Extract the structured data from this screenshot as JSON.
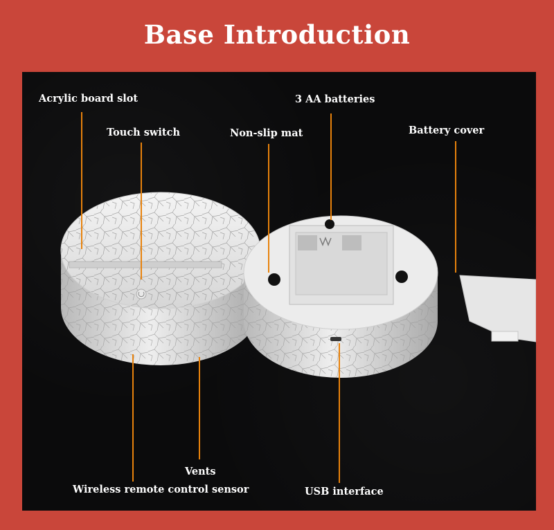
{
  "page": {
    "title": "Base Introduction",
    "background_color": "#c9463a",
    "panel_color": "#0b0b0c",
    "line_color": "#e8820c"
  },
  "labels": {
    "acrylic_board_slot": "Acrylic board slot",
    "touch_switch": "Touch switch",
    "non_slip_mat": "Non-slip mat",
    "three_aa_batteries": "3 AA batteries",
    "battery_cover": "Battery cover",
    "vents": "Vents",
    "wireless_remote_control_sensor": "Wireless remote control sensor",
    "usb_interface": "USB interface"
  }
}
